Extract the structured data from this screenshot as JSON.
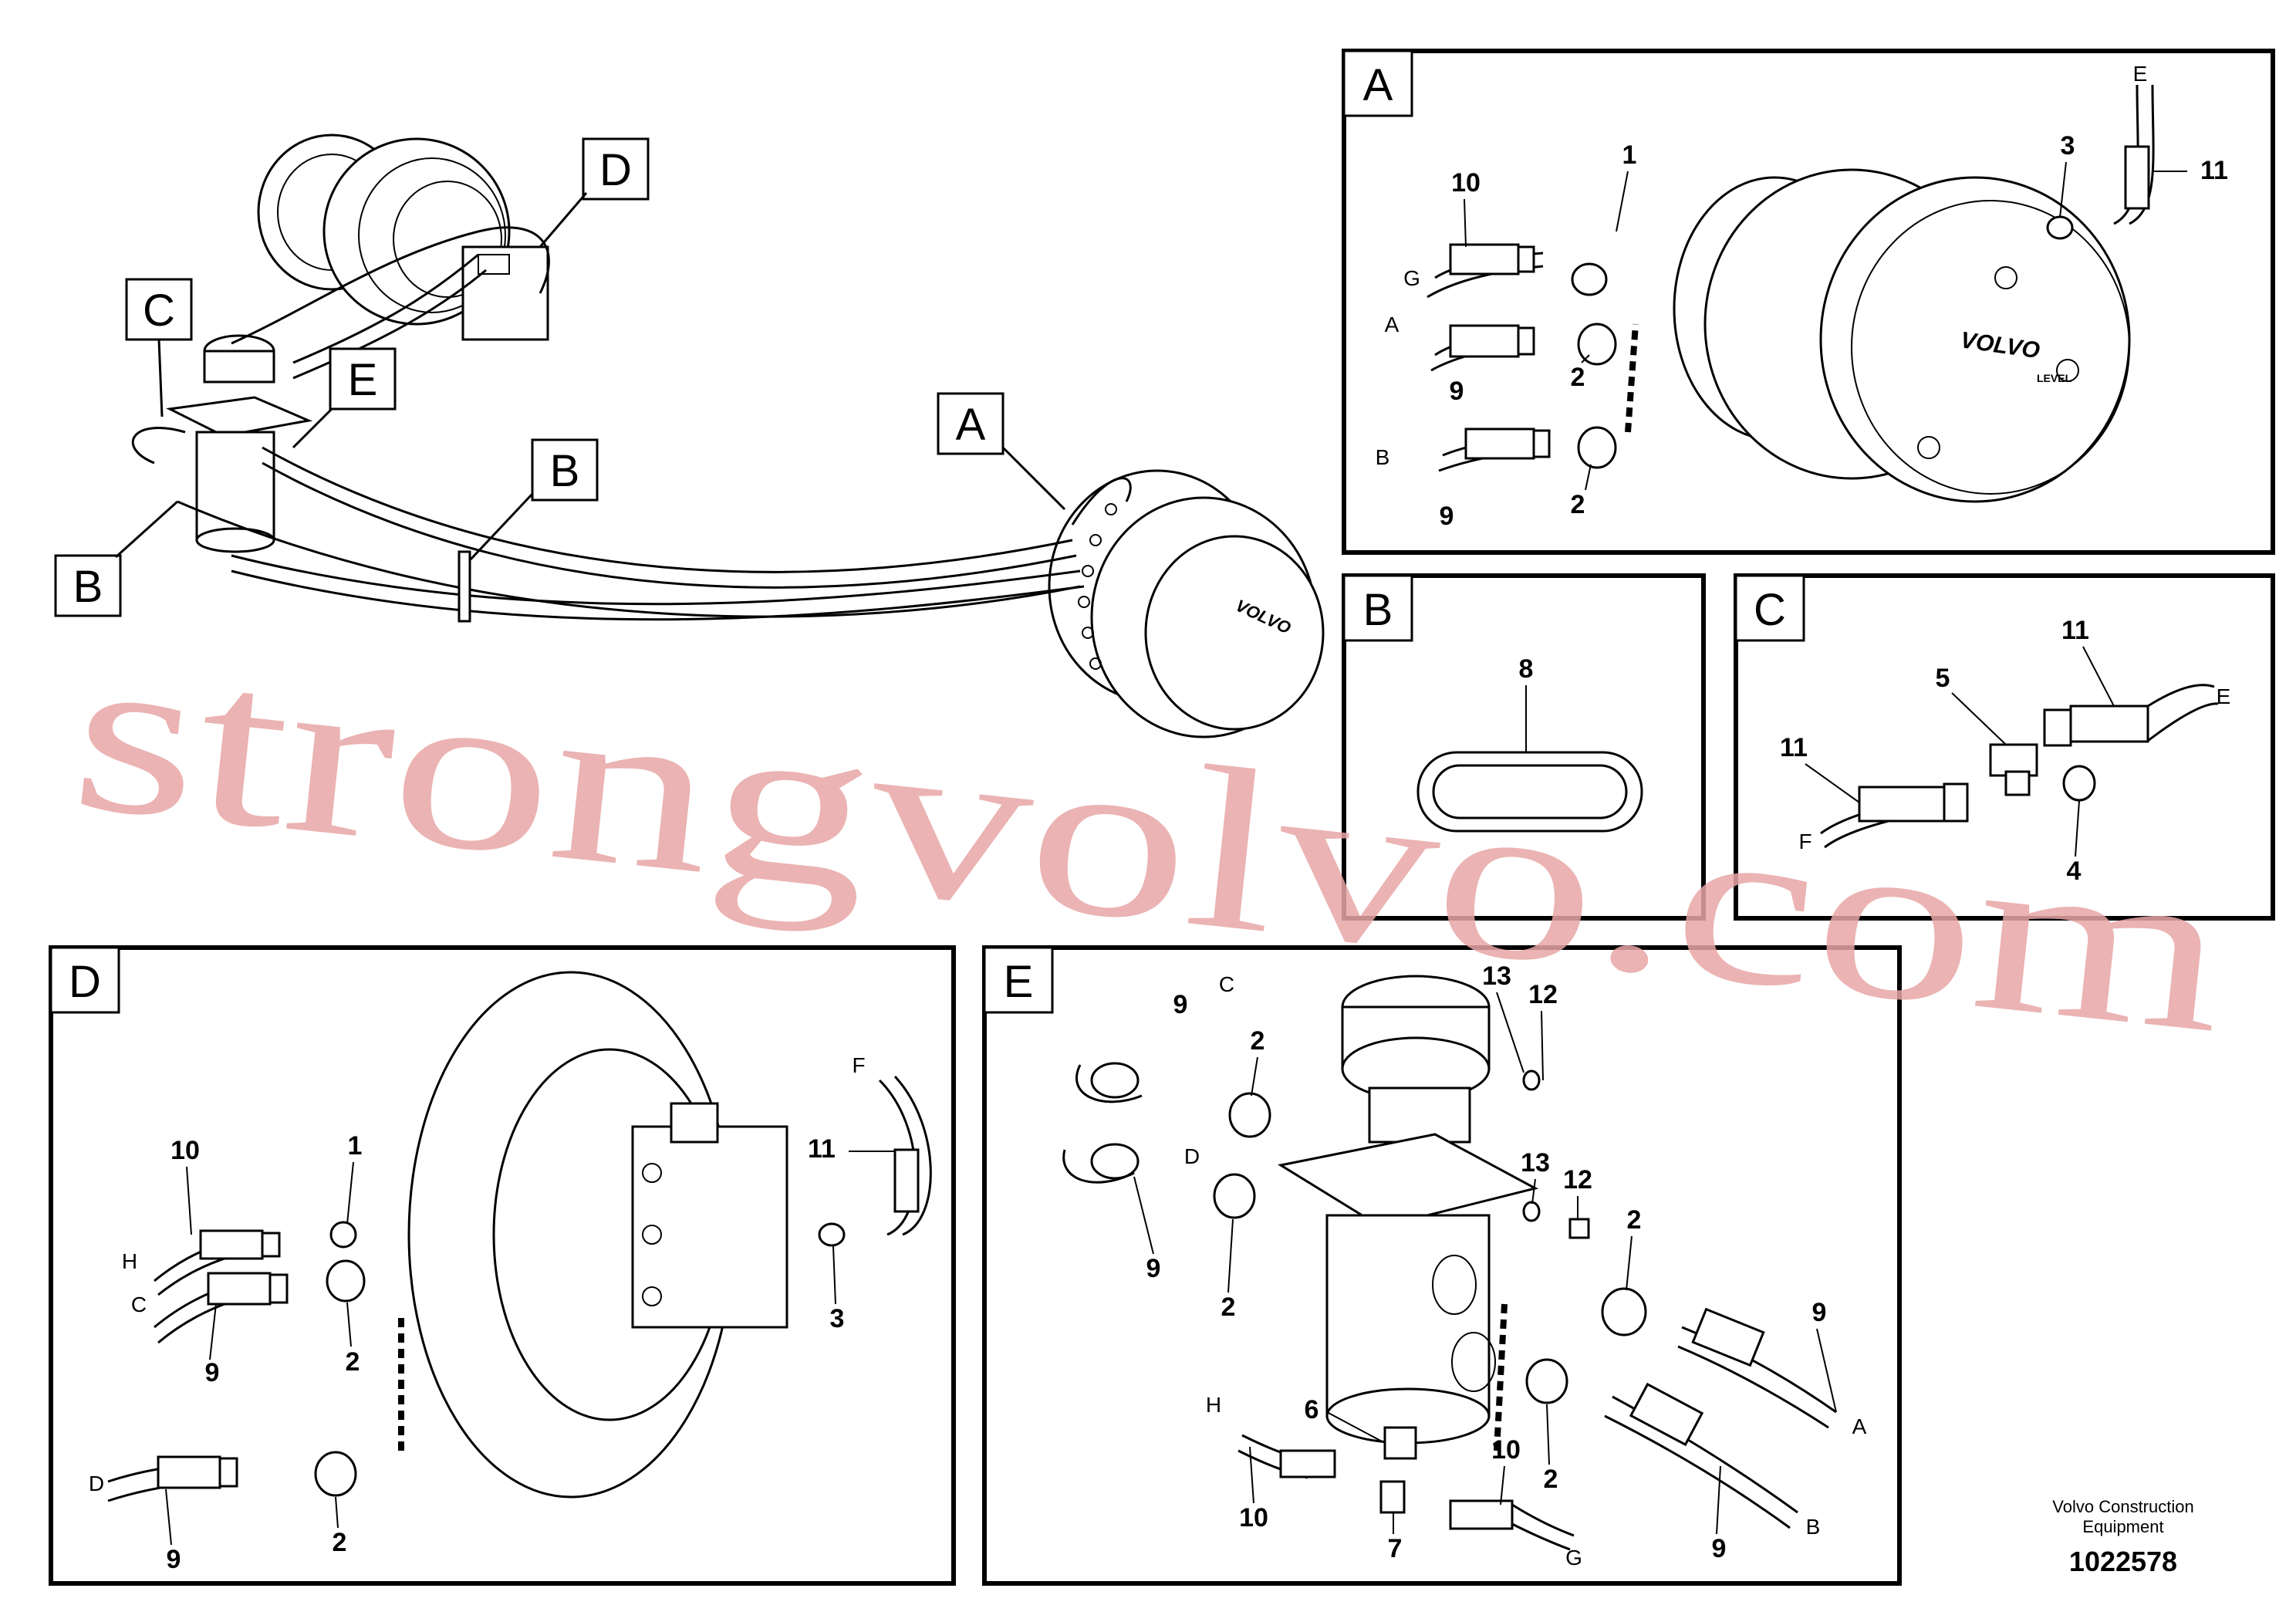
{
  "overview": {
    "labels": [
      "A",
      "B",
      "C",
      "D",
      "E",
      "B"
    ]
  },
  "panels": {
    "A": {
      "letter": "A",
      "callouts": [
        "10",
        "1",
        "3",
        "11",
        "2",
        "9",
        "9",
        "2"
      ],
      "connectors": [
        "G",
        "A",
        "B",
        "E"
      ],
      "brand": "VOLVO",
      "level": "LEVEL"
    },
    "B": {
      "letter": "B",
      "callouts": [
        "8"
      ]
    },
    "C": {
      "letter": "C",
      "callouts": [
        "11",
        "5",
        "11",
        "4"
      ],
      "connectors": [
        "E",
        "F"
      ]
    },
    "D": {
      "letter": "D",
      "callouts": [
        "10",
        "1",
        "11",
        "2",
        "9",
        "3",
        "9",
        "2"
      ],
      "connectors": [
        "F",
        "H",
        "C",
        "D"
      ]
    },
    "E": {
      "letter": "E",
      "callouts": [
        "9",
        "C",
        "2",
        "13",
        "12",
        "13",
        "12",
        "D",
        "9",
        "2",
        "2",
        "9",
        "6",
        "10",
        "7",
        "10",
        "2",
        "9"
      ],
      "connectors": [
        "H",
        "A",
        "B",
        "G"
      ]
    }
  },
  "watermark": "strongvolvo.com",
  "footer": {
    "company_line1": "Volvo Construction",
    "company_line2": "Equipment",
    "doc_number": "1022578"
  }
}
